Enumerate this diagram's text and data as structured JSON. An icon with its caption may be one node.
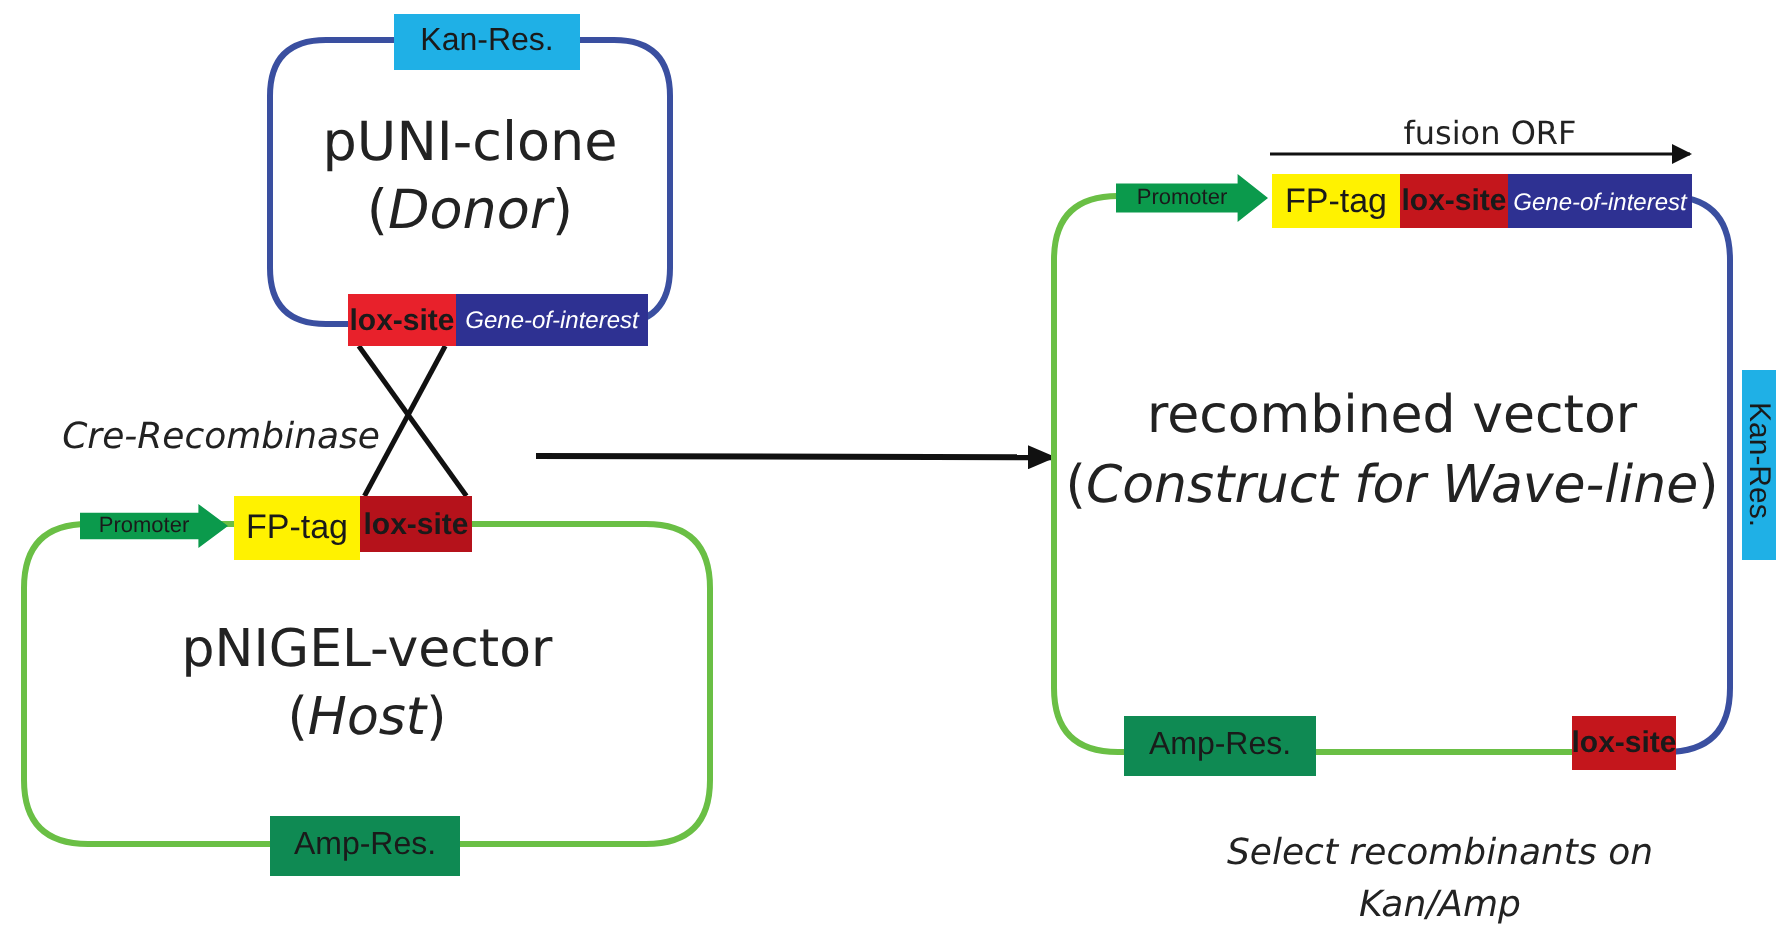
{
  "diagram": {
    "nodes": [
      {
        "text": [
          "pUNI-clone",
          "(*Donor*)"
        ]
      },
      {
        "text": [
          "Kan-Res."
        ]
      },
      {
        "text": [
          "lox-site"
        ]
      },
      {
        "text": [
          "Gene-of-interest"
        ]
      },
      {
        "text": [
          "pNIGEL-vector",
          "(*Host*)"
        ]
      },
      {
        "text": [
          "Promoter"
        ]
      },
      {
        "text": [
          "FP-tag"
        ]
      },
      {
        "text": [
          "lox-site"
        ]
      },
      {
        "text": [
          "Amp-Res."
        ]
      },
      {
        "text": [
          "recombined vector",
          "(*Construct for Wave-line*)"
        ]
      },
      {
        "text": [
          "Promoter"
        ]
      },
      {
        "text": [
          "FP-tag"
        ]
      },
      {
        "text": [
          "lox-site"
        ]
      },
      {
        "text": [
          "Gene-of-interest"
        ]
      },
      {
        "text": [
          "Kan-Res."
        ]
      },
      {
        "text": [
          "Amp-Res."
        ]
      },
      {
        "text": [
          "lox-site"
        ]
      }
    ],
    "edges": [
      {
        "from": 2,
        "to": 7,
        "arrow": "none"
      },
      {
        "from": 2,
        "to": 7,
        "arrow": "none"
      },
      {
        "from": null,
        "to": 9,
        "arrow": "to"
      }
    ],
    "labels": [
      "Cre-Recombinase",
      "fusion ORF",
      "Select recombinants on Kan/Amp"
    ]
  }
}
